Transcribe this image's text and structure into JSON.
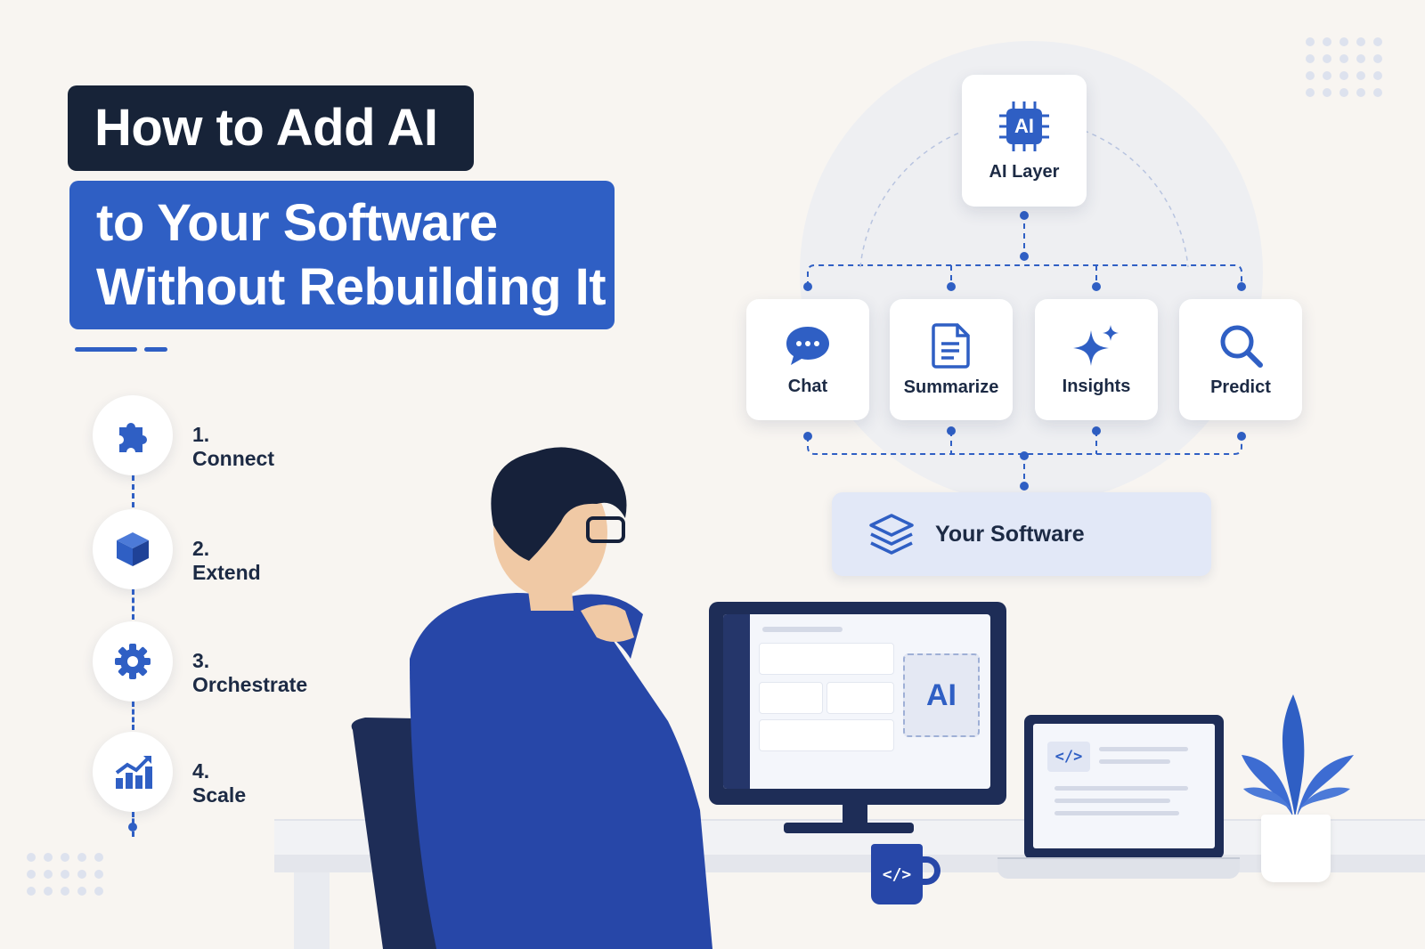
{
  "title": {
    "line1": "How to Add AI",
    "line2": "to Your Software",
    "line3": "Without Rebuilding It"
  },
  "steps": [
    {
      "label": "1. Connect",
      "icon": "puzzle-icon"
    },
    {
      "label": "2. Extend",
      "icon": "cube-icon"
    },
    {
      "label": "3. Orchestrate",
      "icon": "gear-icon"
    },
    {
      "label": "4. Scale",
      "icon": "growth-chart-icon"
    }
  ],
  "diagram": {
    "ai_layer": {
      "chip_text": "AI",
      "label": "AI Layer"
    },
    "features": [
      {
        "label": "Chat",
        "icon": "chat-bubble-icon"
      },
      {
        "label": "Summarize",
        "icon": "document-icon"
      },
      {
        "label": "Insights",
        "icon": "sparkle-icon"
      },
      {
        "label": "Predict",
        "icon": "magnifier-icon"
      }
    ],
    "software": {
      "label": "Your Software",
      "icon": "layers-icon"
    }
  },
  "scene": {
    "monitor_ai_text": "AI",
    "mug_glyph": "</>",
    "laptop_code_glyph": "</>"
  },
  "colors": {
    "background": "#f8f5f1",
    "navy": "#172338",
    "brand_blue": "#2f5fc4",
    "text_dark": "#1c2a44"
  }
}
